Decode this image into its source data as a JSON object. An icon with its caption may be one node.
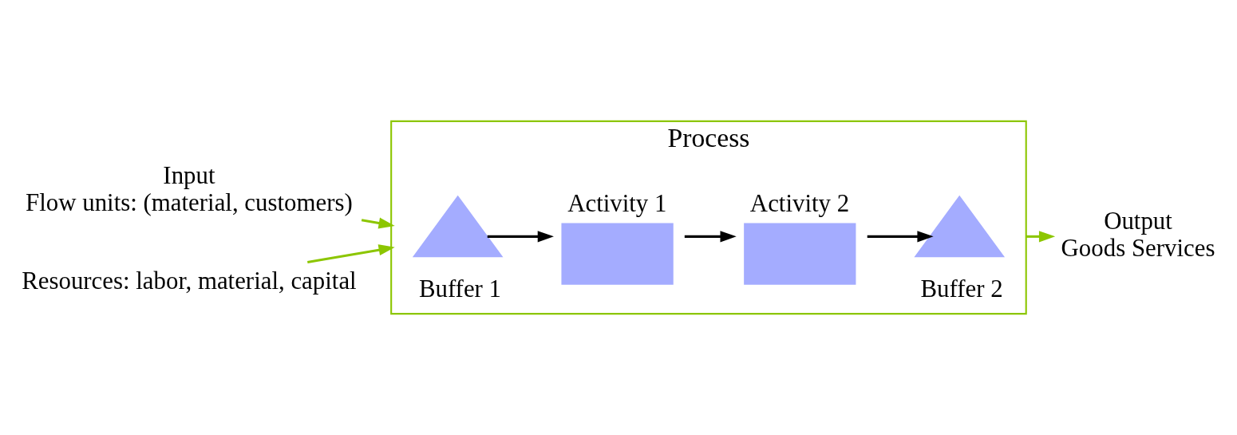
{
  "diagram": {
    "nodes": [
      {
        "text": [
          "Process"
        ]
      },
      {
        "text": [],
        "shape": "triangle",
        "beside": [
          "Buffer 1"
        ],
        "in": 0
      },
      {
        "text": [
          "Activity 1"
        ],
        "in": 0
      },
      {
        "text": [
          "Activity 2"
        ],
        "in": 0
      },
      {
        "text": [],
        "shape": "triangle",
        "beside": [
          "Buffer 2"
        ],
        "in": 0
      },
      {
        "text": [
          "Input",
          "Flow units: (material, customers)"
        ]
      },
      {
        "text": [
          "Output",
          "Goods Services"
        ]
      },
      {
        "text": [
          "Resources: labor, material, capital"
        ]
      }
    ],
    "edges": [
      {
        "from": 5,
        "to": 0,
        "arrow": "to",
        "color": "#8cc600"
      },
      {
        "from": 1,
        "to": 2,
        "arrow": "to",
        "color": "#000000"
      },
      {
        "from": 2,
        "to": 3,
        "arrow": "to",
        "color": "#000000"
      },
      {
        "from": 3,
        "to": 4,
        "arrow": "to",
        "color": "#000000"
      },
      {
        "from": 0,
        "to": 6,
        "arrow": "to",
        "color": "#8cc600"
      },
      {
        "from": 7,
        "to": 0,
        "arrow": "to",
        "color": "#8cc600"
      }
    ]
  }
}
